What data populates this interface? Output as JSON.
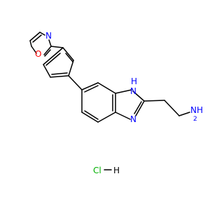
{
  "molecule": {
    "atom_labels": {
      "oxazole_N": "N",
      "oxazole_O": "O",
      "imidazole_NH_N": "N",
      "imidazole_NH_H": "H",
      "imidazole_N": "N",
      "amine_N": "NH",
      "amine_H2": "2"
    },
    "salt": {
      "chloride": "Cl",
      "dash": "−",
      "hydrogen": "H"
    }
  },
  "colors": {
    "bond": "#000000",
    "nitrogen": "#0000ff",
    "oxygen": "#ff0000",
    "chlorine": "#00b000",
    "text": "#000000"
  }
}
